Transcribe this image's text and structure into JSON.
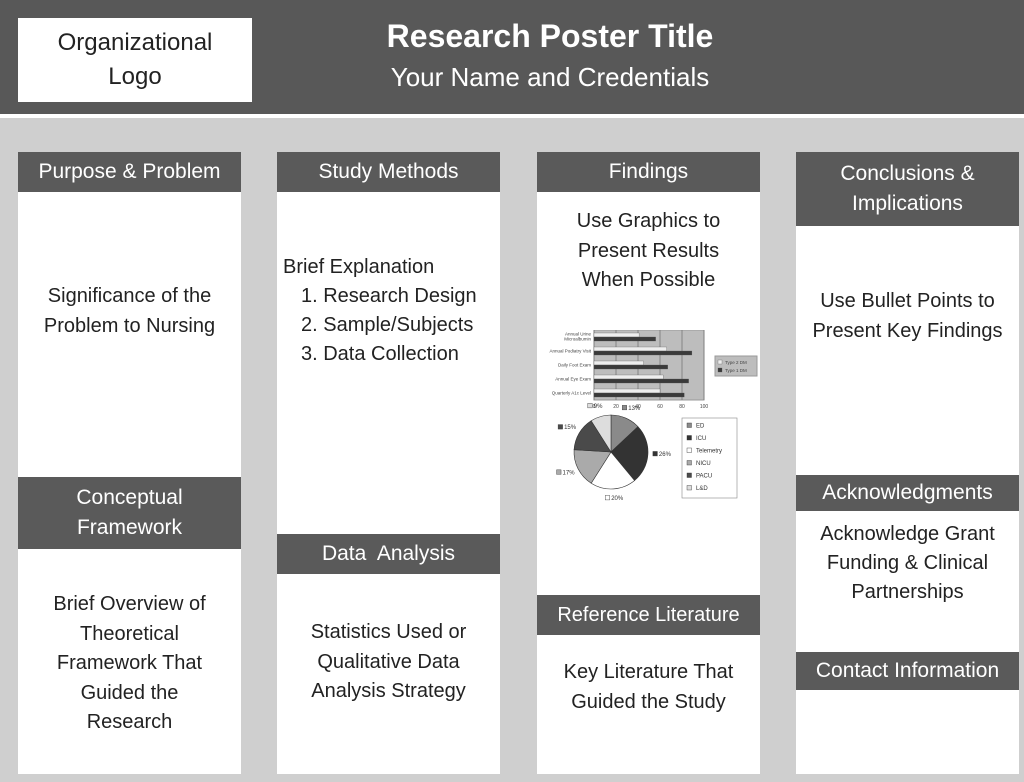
{
  "header": {
    "logo": "Organizational Logo",
    "title": "Research Poster Title",
    "subtitle": "Your Name and Credentials"
  },
  "col1": {
    "h1": "Purpose & Problem",
    "t1": "Significance of the Problem to Nursing",
    "h2": "Conceptual Framework",
    "t2": "Brief Overview of Theoretical Framework That Guided the Research"
  },
  "col2": {
    "h1": "Study Methods",
    "intro": "Brief Explanation",
    "items": [
      "1. Research Design",
      "2. Sample/Subjects",
      "3. Data Collection"
    ],
    "h2": "Data  Analysis",
    "t2": "Statistics Used or Qualitative Data Analysis Strategy"
  },
  "col3": {
    "h1": "Findings",
    "t1": "Use Graphics to Present Results When Possible",
    "h2": "Reference Literature",
    "t2": "Key Literature That Guided the Study"
  },
  "col4": {
    "h1": "Conclusions & Implications",
    "t1": "Use Bullet Points to Present Key Findings",
    "h2": "Acknowledgments",
    "t2": "Acknowledge Grant Funding & Clinical Partnerships",
    "h3": "Contact Information"
  },
  "chart_data": [
    {
      "type": "bar",
      "orientation": "horizontal",
      "categories": [
        "Annual Urine Microalbumin",
        "Annual Podiatry Visit",
        "Daily Foot Exam",
        "Annual Eye Exam",
        "Quarterly A1c Level"
      ],
      "series": [
        {
          "name": "Type 2 DM",
          "values": [
            41,
            66,
            45,
            63,
            60
          ],
          "color": "#eeeeee"
        },
        {
          "name": "Type 1 DM",
          "values": [
            56,
            89,
            67,
            86,
            82
          ],
          "color": "#3a3a3a"
        }
      ],
      "xlim": [
        0,
        100
      ],
      "xticks": [
        0,
        20,
        40,
        60,
        80,
        100
      ],
      "grid": true,
      "legend": "right"
    },
    {
      "type": "pie",
      "labels": [
        "ED",
        "ICU",
        "Telemetry",
        "NICU",
        "PACU",
        "L&D"
      ],
      "values": [
        13,
        26,
        20,
        17,
        15,
        9
      ],
      "colors": [
        "#8a8a8a",
        "#333333",
        "#ffffff",
        "#aaaaaa",
        "#4a4a4a",
        "#dddddd"
      ],
      "legend": "right"
    }
  ]
}
